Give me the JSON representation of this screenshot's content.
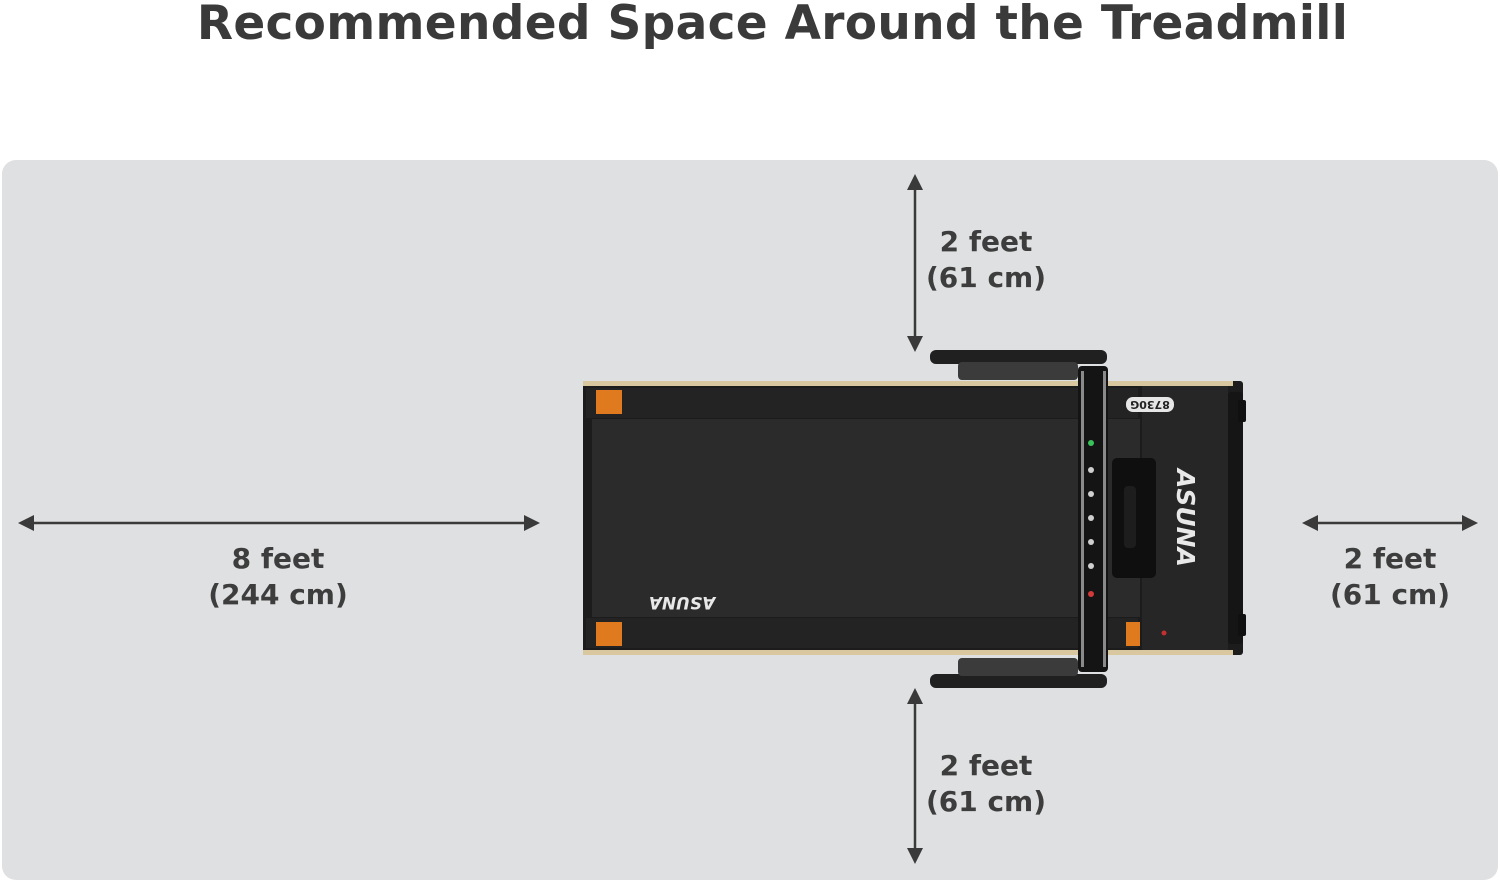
{
  "title": "Recommended Space Around the Treadmill",
  "clearances": {
    "top": {
      "feet": "2 feet",
      "cm": "(61 cm)"
    },
    "bottom": {
      "feet": "2 feet",
      "cm": "(61 cm)"
    },
    "rear": {
      "feet": "8 feet",
      "cm": "(244 cm)"
    },
    "front": {
      "feet": "2 feet",
      "cm": "(61 cm)"
    }
  },
  "treadmill": {
    "brand": "ASUNA",
    "model": "8730G"
  },
  "colors": {
    "panel": "#dfe0e1",
    "arrow": "#3a3a3a",
    "frame": "#1c1c1c",
    "deck": "#2a2a2a",
    "rail_accent": "#d9c7a0",
    "warning": "#e07a1f"
  }
}
